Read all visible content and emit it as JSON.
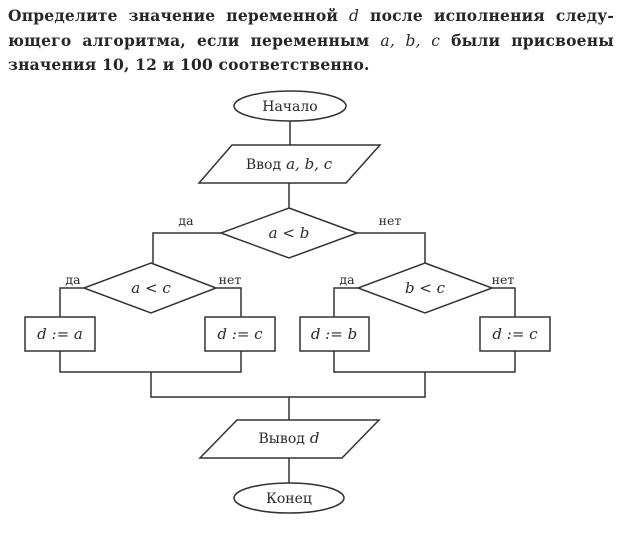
{
  "task": {
    "line1_pre": "Определите значение переменной ",
    "line1_var": "d",
    "line1_post": " после исполнения следу-",
    "line2_pre": "ющего алгоритма, если переменным ",
    "line2_vars": "a, b, c",
    "line2_post": " были присвоены",
    "line3": "значения 10, 12 и 100 соответственно."
  },
  "flowchart": {
    "start": "Начало",
    "input_word": "Ввод",
    "input_vars": "a, b, c",
    "cond_main": "a < b",
    "cond_left": "a < c",
    "cond_right": "b < c",
    "yes": "да",
    "no": "нет",
    "assign_left_yes": "d := a",
    "assign_left_no": "d := c",
    "assign_right_yes": "d := b",
    "assign_right_no": "d := c",
    "output_word": "Вывод",
    "output_var": "d",
    "end": "Конец"
  }
}
